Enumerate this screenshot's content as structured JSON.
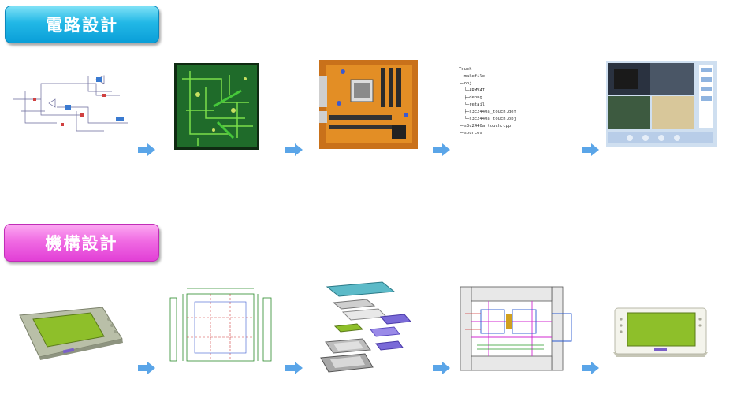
{
  "sections": [
    {
      "title": "電路設計",
      "color": "#1ab3e6"
    },
    {
      "title": "機構設計",
      "color": "#ea55dc"
    }
  ],
  "file_tree": {
    "lines": [
      "Touch",
      "├─makefile",
      "├─obj",
      "│ └─ARMV4I",
      "│   ├─debug",
      "│   └─retail",
      "│     ├─s3c2440a_touch.def",
      "│     └─s3c2440a_touch.obj",
      "├─s3c2440a_touch.cpp",
      "└─sources"
    ]
  },
  "colors": {
    "arrow": "#5aa5e8",
    "pcb_green": "#1f6b2a",
    "device_screen": "#8ebf2a"
  }
}
